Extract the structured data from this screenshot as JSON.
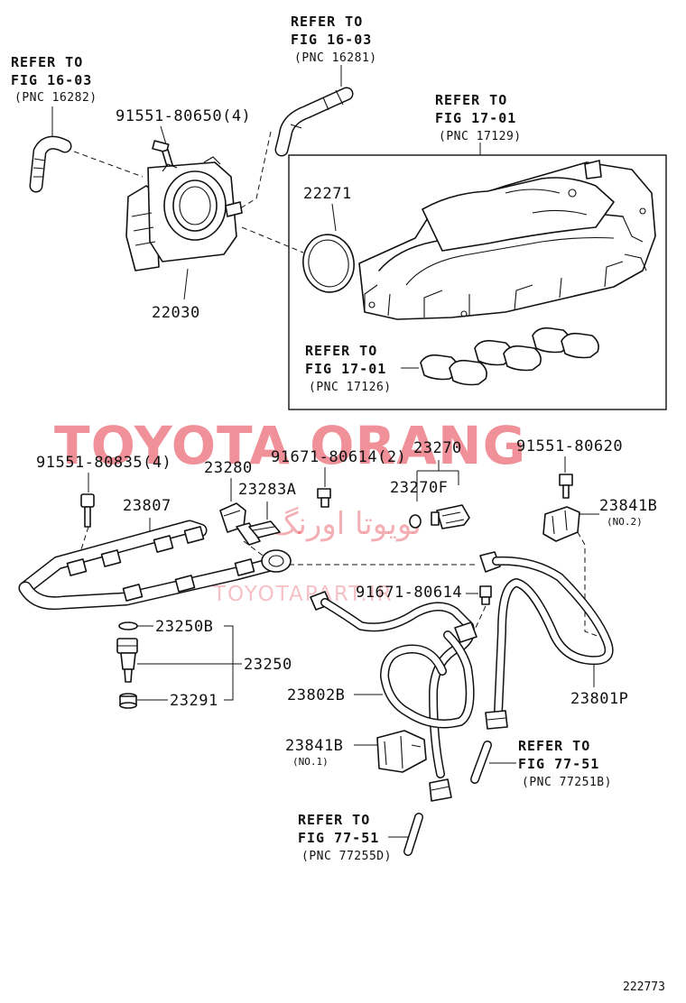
{
  "refs": {
    "fig16_tl": {
      "line1": "REFER TO",
      "line2": "FIG 16-03",
      "pnc": "(PNC 16282)"
    },
    "fig16_top": {
      "line1": "REFER TO",
      "line2": "FIG 16-03",
      "pnc": "(PNC 16281)"
    },
    "fig17_manifold": {
      "line1": "REFER TO",
      "line2": "FIG 17-01",
      "pnc": "(PNC 17129)"
    },
    "fig17_gasket": {
      "line1": "REFER TO",
      "line2": "FIG 17-01",
      "pnc": "(PNC 17126)"
    },
    "fig77_b": {
      "line1": "REFER TO",
      "line2": "FIG 77-51",
      "pnc": "(PNC 77251B)"
    },
    "fig77_d": {
      "line1": "REFER TO",
      "line2": "FIG 77-51",
      "pnc": "(PNC 77255D)"
    }
  },
  "parts": {
    "bolt_80650": "91551-80650(4)",
    "gasket_22271": "22271",
    "throttle_22030": "22030",
    "bolt_80835": "91551-80835(4)",
    "sensor_23280": "23280",
    "bolt_80614_2": "91671-80614(2)",
    "valve_23270": "23270",
    "bolt_80620": "91551-80620",
    "clip_23283A": "23283A",
    "valve_23270F": "23270F",
    "bracket_23841B_no2": "23841B",
    "no2": "(NO.2)",
    "rail_23807": "23807",
    "bolt_80614": "91671-80614",
    "oring_23250B": "23250B",
    "injector_23250": "23250",
    "insulator_23291": "23291",
    "hose_23802B": "23802B",
    "hose_23801P": "23801P",
    "bracket_23841B_no1": "23841B",
    "no1": "(NO.1)"
  },
  "watermark": {
    "main": "TOYOTA ORANG",
    "arabic": "تويوتا اورنگ",
    "site": "TOYOTAPART.IR"
  },
  "diagram_id": "222773"
}
